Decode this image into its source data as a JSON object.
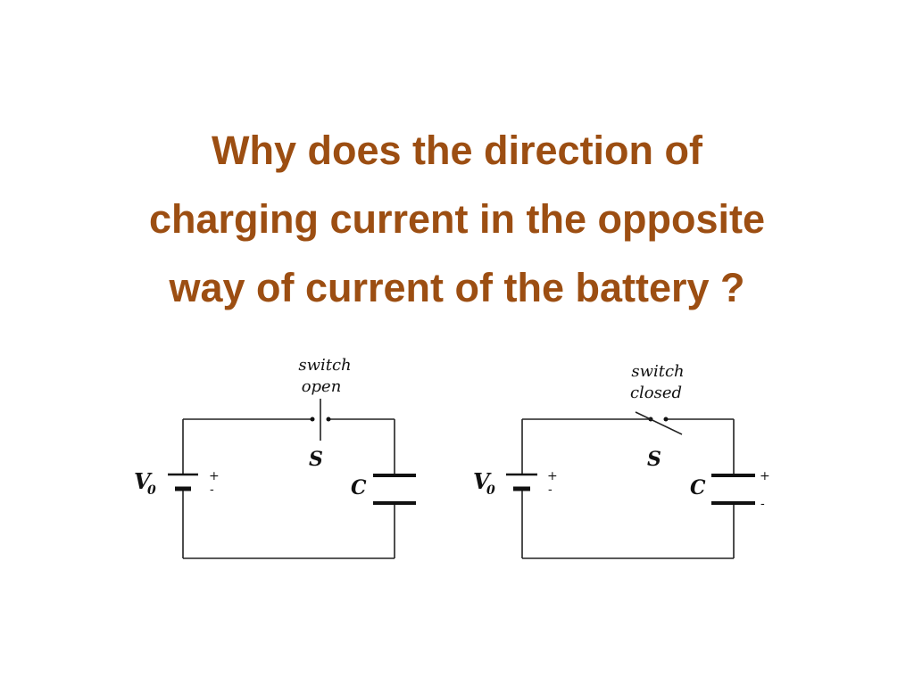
{
  "slide": {
    "title_lines": [
      "Why does the direction of",
      "charging current in the opposite",
      "way of current of the battery ?"
    ]
  },
  "circuits": [
    {
      "switch_note_line1": "switch",
      "switch_note_line2": "open",
      "switch_label": "S",
      "battery_label": "V",
      "battery_subscript": "0",
      "battery_plus": "+",
      "battery_minus": "-",
      "capacitor_label": "C",
      "capacitor_plus": "",
      "capacitor_minus": ""
    },
    {
      "switch_note_line1": "switch",
      "switch_note_line2": "closed",
      "switch_label": "S",
      "battery_label": "V",
      "battery_subscript": "0",
      "battery_plus": "+",
      "battery_minus": "-",
      "capacitor_label": "C",
      "capacitor_plus": "+",
      "capacitor_minus": "-"
    }
  ],
  "colors": {
    "title": "#9c4e12",
    "lines": "#111111"
  }
}
